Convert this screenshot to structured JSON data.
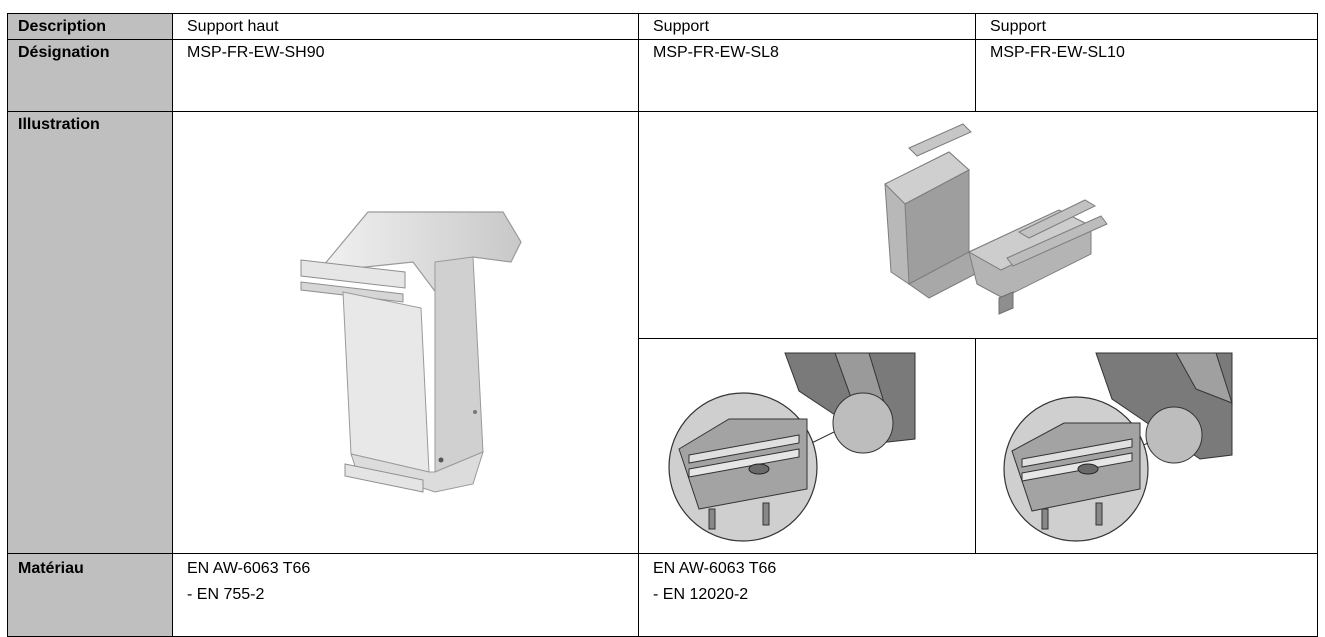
{
  "rows": {
    "description": {
      "label": "Description",
      "col1": "Support haut",
      "col2": "Support",
      "col3": "Support"
    },
    "designation": {
      "label": "Désignation",
      "col1": "MSP-FR-EW-SH90",
      "col2": "MSP-FR-EW-SL8",
      "col3": "MSP-FR-EW-SL10"
    },
    "illustration": {
      "label": "Illustration"
    },
    "materiau": {
      "label": "Matériau",
      "col1_line1": "EN AW-6063 T66",
      "col1_line2": "- EN 755-2",
      "col2_line1": "EN AW-6063 T66",
      "col2_line2": "- EN 12020-2"
    }
  },
  "colors": {
    "header_bg": "#bfbfbf",
    "border": "#000000",
    "metal_light": "#d9d9d9",
    "metal_dark": "#8f8f8f"
  }
}
